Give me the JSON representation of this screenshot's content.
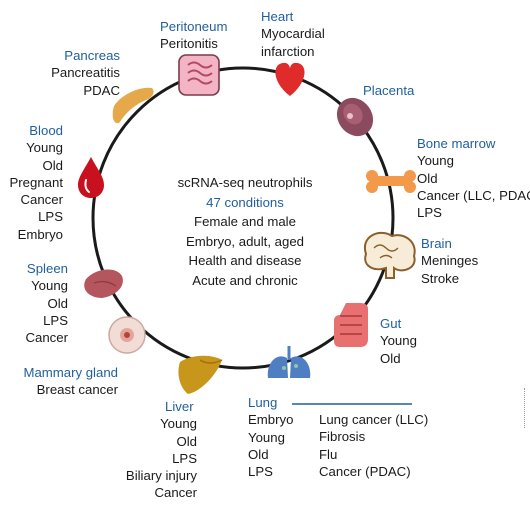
{
  "center": {
    "lines": [
      "scRNA-seq neutrophils",
      "47 conditions",
      "Female and male",
      "Embryo, adult, aged",
      "Health and disease",
      "Acute and chronic"
    ]
  },
  "organs": {
    "heart": {
      "title": "Heart",
      "items": [
        "Myocardial",
        "infarction"
      ]
    },
    "peritoneum": {
      "title": "Peritoneum",
      "items": [
        "Peritonitis"
      ]
    },
    "pancreas": {
      "title": "Pancreas",
      "items": [
        "Pancreatitis",
        "PDAC"
      ]
    },
    "placenta": {
      "title": "Placenta",
      "items": []
    },
    "bone_marrow": {
      "title": "Bone marrow",
      "items": [
        "Young",
        "Old",
        "Cancer (LLC, PDAC)",
        "LPS"
      ]
    },
    "blood": {
      "title": "Blood",
      "items": [
        "Young",
        "Old",
        "Pregnant",
        "Cancer",
        "LPS",
        "Embryo"
      ]
    },
    "brain": {
      "title": "Brain",
      "items": [
        "Meninges",
        "Stroke"
      ]
    },
    "spleen": {
      "title": "Spleen",
      "items": [
        "Young",
        "Old",
        "LPS",
        "Cancer"
      ]
    },
    "gut": {
      "title": "Gut",
      "items": [
        "Young",
        "Old"
      ]
    },
    "mammary": {
      "title": "Mammary gland",
      "items": [
        "Breast cancer"
      ]
    },
    "liver": {
      "title": "Liver",
      "items": [
        "Young",
        "Old",
        "LPS",
        "Biliary injury",
        "Cancer"
      ]
    },
    "lung": {
      "title": "Lung",
      "items": [
        "Embryo",
        "Young",
        "Old",
        "LPS"
      ],
      "items2": [
        "Lung cancer (LLC)",
        "Fibrosis",
        "Flu",
        "Cancer (PDAC)"
      ]
    }
  },
  "colors": {
    "title_blue": "#1f5f9e",
    "circle": "#1a1a1a",
    "heart": "#e02b2b",
    "blood": "#c8101e",
    "bone": "#f29a4a",
    "brain": "#c79b5a",
    "gut": "#e87070",
    "lung": "#4f7fc2",
    "liver": "#c9961c",
    "pancreas": "#e5a84a",
    "peritoneum": "#f3b4c6",
    "placenta": "#8b4a5e",
    "spleen": "#b5555e",
    "mammary": "#f1dcd6"
  },
  "icons": [
    "peritoneum-icon",
    "heart-icon",
    "placenta-icon",
    "bone-marrow-icon",
    "brain-icon",
    "gut-icon",
    "lung-icon",
    "liver-icon",
    "mammary-gland-icon",
    "spleen-icon",
    "blood-drop-icon",
    "pancreas-icon"
  ]
}
